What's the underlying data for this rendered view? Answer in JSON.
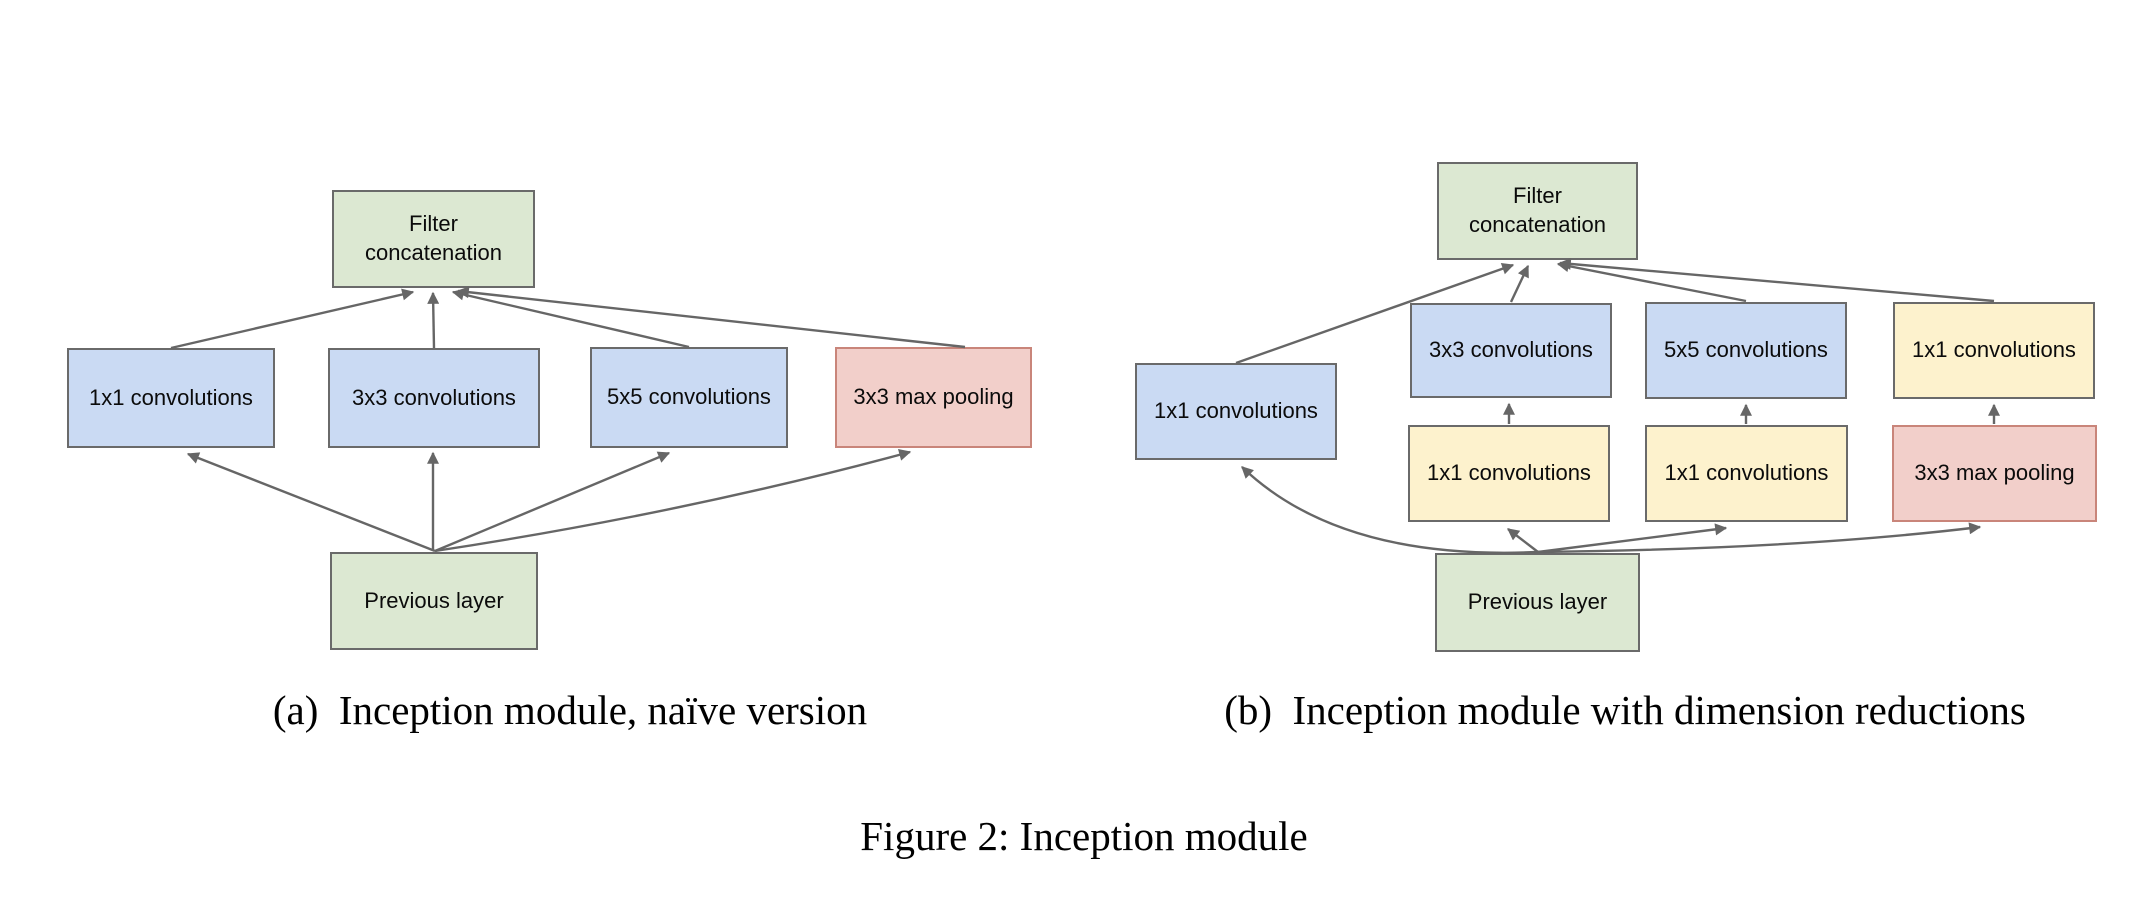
{
  "figure": {
    "caption": "Figure 2: Inception module"
  },
  "diagram_a": {
    "caption": "(a)  Inception module, naïve version",
    "nodes": {
      "filter_concatenation": "Filter concatenation",
      "conv_1x1": "1x1 convolutions",
      "conv_3x3": "3x3 convolutions",
      "conv_5x5": "5x5 convolutions",
      "max_pooling": "3x3 max pooling",
      "previous_layer": "Previous layer"
    }
  },
  "diagram_b": {
    "caption": "(b)  Inception module with dimension reductions",
    "nodes": {
      "filter_concatenation": "Filter concatenation",
      "conv_1x1_left": "1x1 convolutions",
      "conv_3x3": "3x3 convolutions",
      "conv_5x5": "5x5 convolutions",
      "conv_1x1_right": "1x1 convolutions",
      "conv_1x1_reduce_3x3": "1x1 convolutions",
      "conv_1x1_reduce_5x5": "1x1 convolutions",
      "max_pooling": "3x3 max pooling",
      "previous_layer": "Previous layer"
    }
  },
  "colors": {
    "node_green": "#dce8d2",
    "node_blue": "#cadaf3",
    "node_yellow": "#fdf2cd",
    "node_red": "#f2cfca",
    "border_gray": "#6a6a6a",
    "border_red": "#c9857a",
    "arrow": "#666666",
    "text": "#000000"
  }
}
